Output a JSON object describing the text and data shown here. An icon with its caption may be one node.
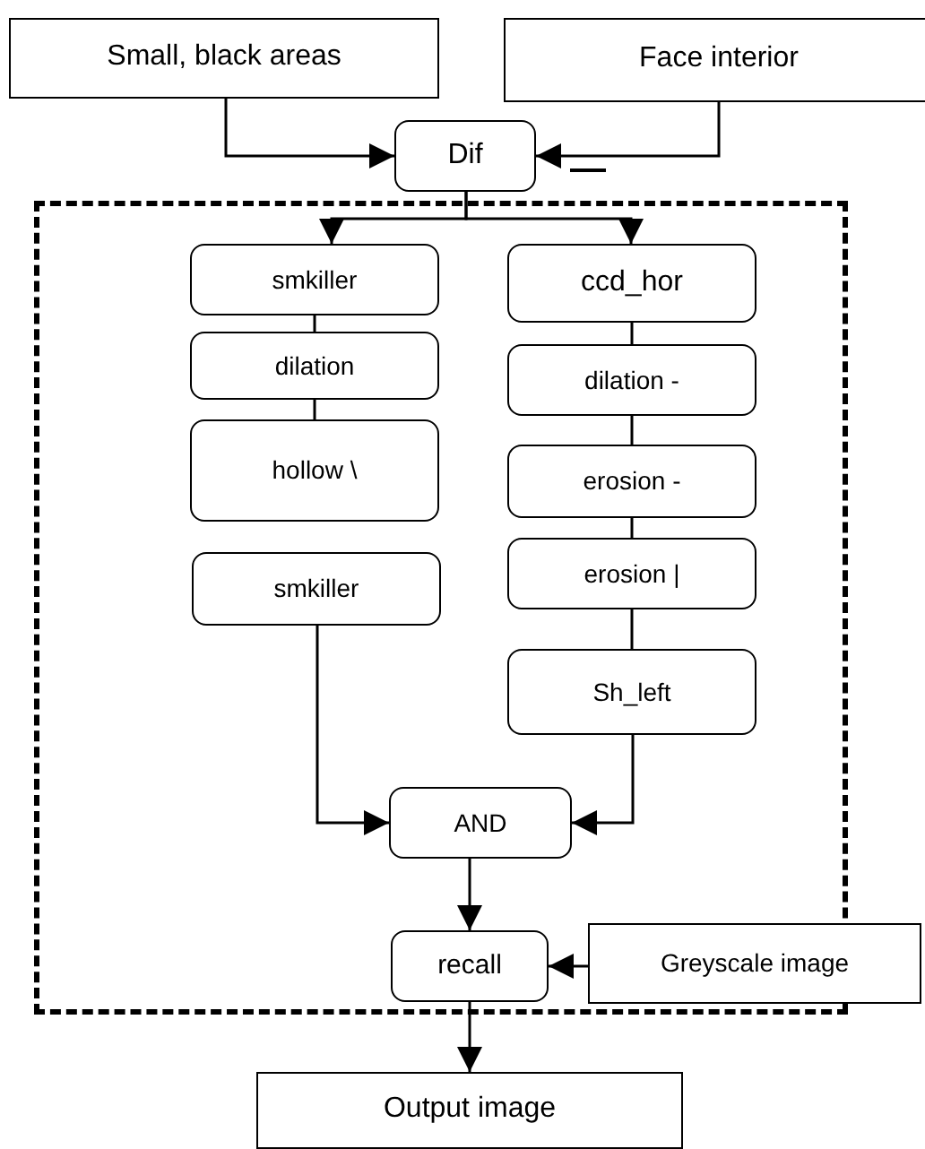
{
  "diagram": {
    "nodes": [
      {
        "text": [
          "Small, black areas"
        ]
      },
      {
        "text": [
          "Face interior"
        ]
      },
      {
        "text": [
          "Dif"
        ]
      },
      {
        "text": [],
        "shape": "box"
      },
      {
        "text": [
          "smkiller"
        ],
        "in": 3
      },
      {
        "text": [
          "dilation"
        ],
        "in": 3
      },
      {
        "text": [
          "hollow \\"
        ],
        "in": 3
      },
      {
        "text": [
          "smkiller"
        ],
        "in": 3
      },
      {
        "text": [
          "ccd_hor"
        ],
        "in": 3
      },
      {
        "text": [
          "dilation -"
        ],
        "in": 3
      },
      {
        "text": [
          "erosion -"
        ],
        "in": 3
      },
      {
        "text": [
          "erosion |"
        ],
        "in": 3
      },
      {
        "text": [
          "Sh_left"
        ],
        "in": 3
      },
      {
        "text": [
          "AND"
        ],
        "in": 3
      },
      {
        "text": [
          "recall"
        ],
        "in": 3
      },
      {
        "text": [
          "Greyscale image"
        ]
      },
      {
        "text": [
          "Output image"
        ]
      }
    ],
    "edges": [
      {
        "from": 0,
        "to": 2,
        "arrow": "to"
      },
      {
        "from": 1,
        "to": 2,
        "arrow": "to"
      },
      {
        "from": 2,
        "to": 4,
        "arrow": "to"
      },
      {
        "from": 2,
        "to": 8,
        "arrow": "to"
      },
      {
        "from": 4,
        "to": 5,
        "arrow": "none"
      },
      {
        "from": 5,
        "to": 6,
        "arrow": "none"
      },
      {
        "from": 7,
        "to": 13,
        "arrow": "to"
      },
      {
        "from": 8,
        "to": 9,
        "arrow": "none"
      },
      {
        "from": 9,
        "to": 10,
        "arrow": "none"
      },
      {
        "from": 10,
        "to": 11,
        "arrow": "none"
      },
      {
        "from": 11,
        "to": 12,
        "arrow": "none"
      },
      {
        "from": 12,
        "to": 13,
        "arrow": "to"
      },
      {
        "from": 13,
        "to": 14,
        "arrow": "to"
      },
      {
        "from": 15,
        "to": 14,
        "arrow": "to"
      },
      {
        "from": 14,
        "to": 16,
        "arrow": "to"
      }
    ]
  }
}
